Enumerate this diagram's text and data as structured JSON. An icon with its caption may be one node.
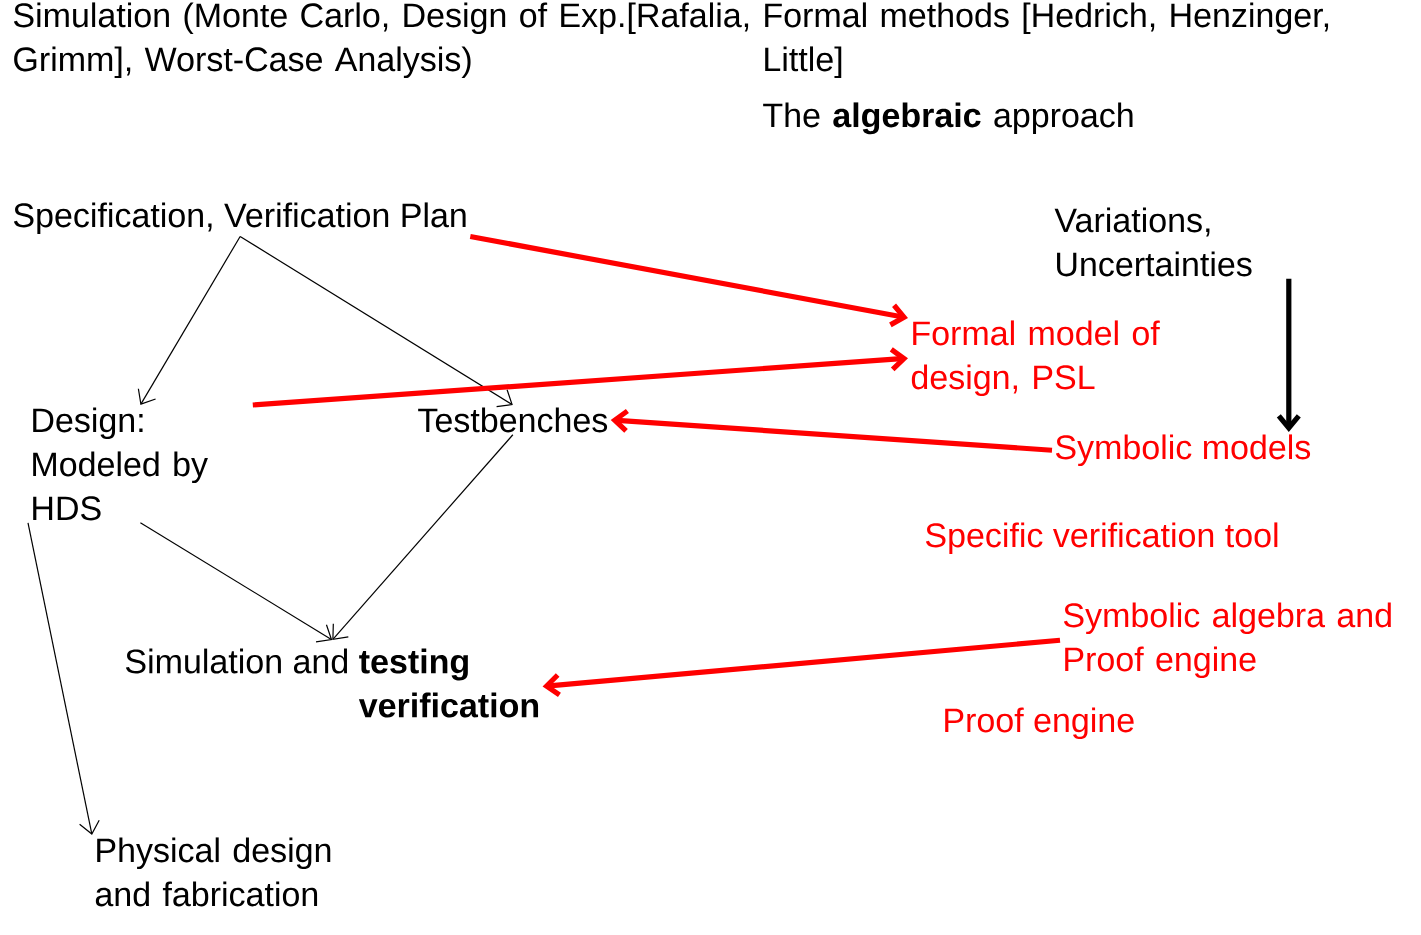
{
  "diagram": {
    "nodes": [
      {
        "text": [
          "Specification, Verification Plan"
        ]
      },
      {
        "text": [
          "Design: Modeled by HDS"
        ]
      },
      {
        "text": [
          "Testbenches"
        ]
      },
      {
        "text": [
          "Simulation and",
          "testing",
          "verification"
        ]
      },
      {
        "text": [
          "Physical design and fabrication"
        ]
      },
      {
        "text": [
          "Variations, Uncertainties"
        ]
      },
      {
        "text": [
          "Formal model of design, PSL"
        ]
      },
      {
        "text": [
          "Symbolic models"
        ]
      },
      {
        "text": [
          "Specific verification tool"
        ]
      },
      {
        "text": [
          "Symbolic algebra and Proof engine"
        ]
      },
      {
        "text": [
          "Proof engine"
        ]
      }
    ],
    "edges": [
      {
        "from": 0,
        "to": 1,
        "arrow": "to"
      },
      {
        "from": 0,
        "to": 2,
        "arrow": "to"
      },
      {
        "from": 1,
        "to": 3,
        "arrow": "to"
      },
      {
        "from": 2,
        "to": 3,
        "arrow": "to"
      },
      {
        "from": 1,
        "to": 4,
        "arrow": "to"
      },
      {
        "from": 5,
        "to": 7,
        "arrow": "to",
        "style": "thick"
      },
      {
        "from": 0,
        "to": 6,
        "arrow": "to",
        "style": "thick",
        "color": "#ff0000"
      },
      {
        "from": 1,
        "to": 6,
        "arrow": "to",
        "style": "thick",
        "color": "#ff0000"
      },
      {
        "from": 7,
        "to": 2,
        "arrow": "to",
        "style": "thick",
        "color": "#ff0000"
      },
      {
        "from": 9,
        "to": 3,
        "arrow": "to",
        "style": "thick",
        "color": "#ff0000"
      }
    ],
    "labels": [
      "Simulation (Monte Carlo, Design of Exp.[Rafalia, Grimm], Worst-Case Analysis)",
      "Formal methods [Hedrich, Henzinger, Little]",
      "The **algebraic** approach"
    ]
  }
}
